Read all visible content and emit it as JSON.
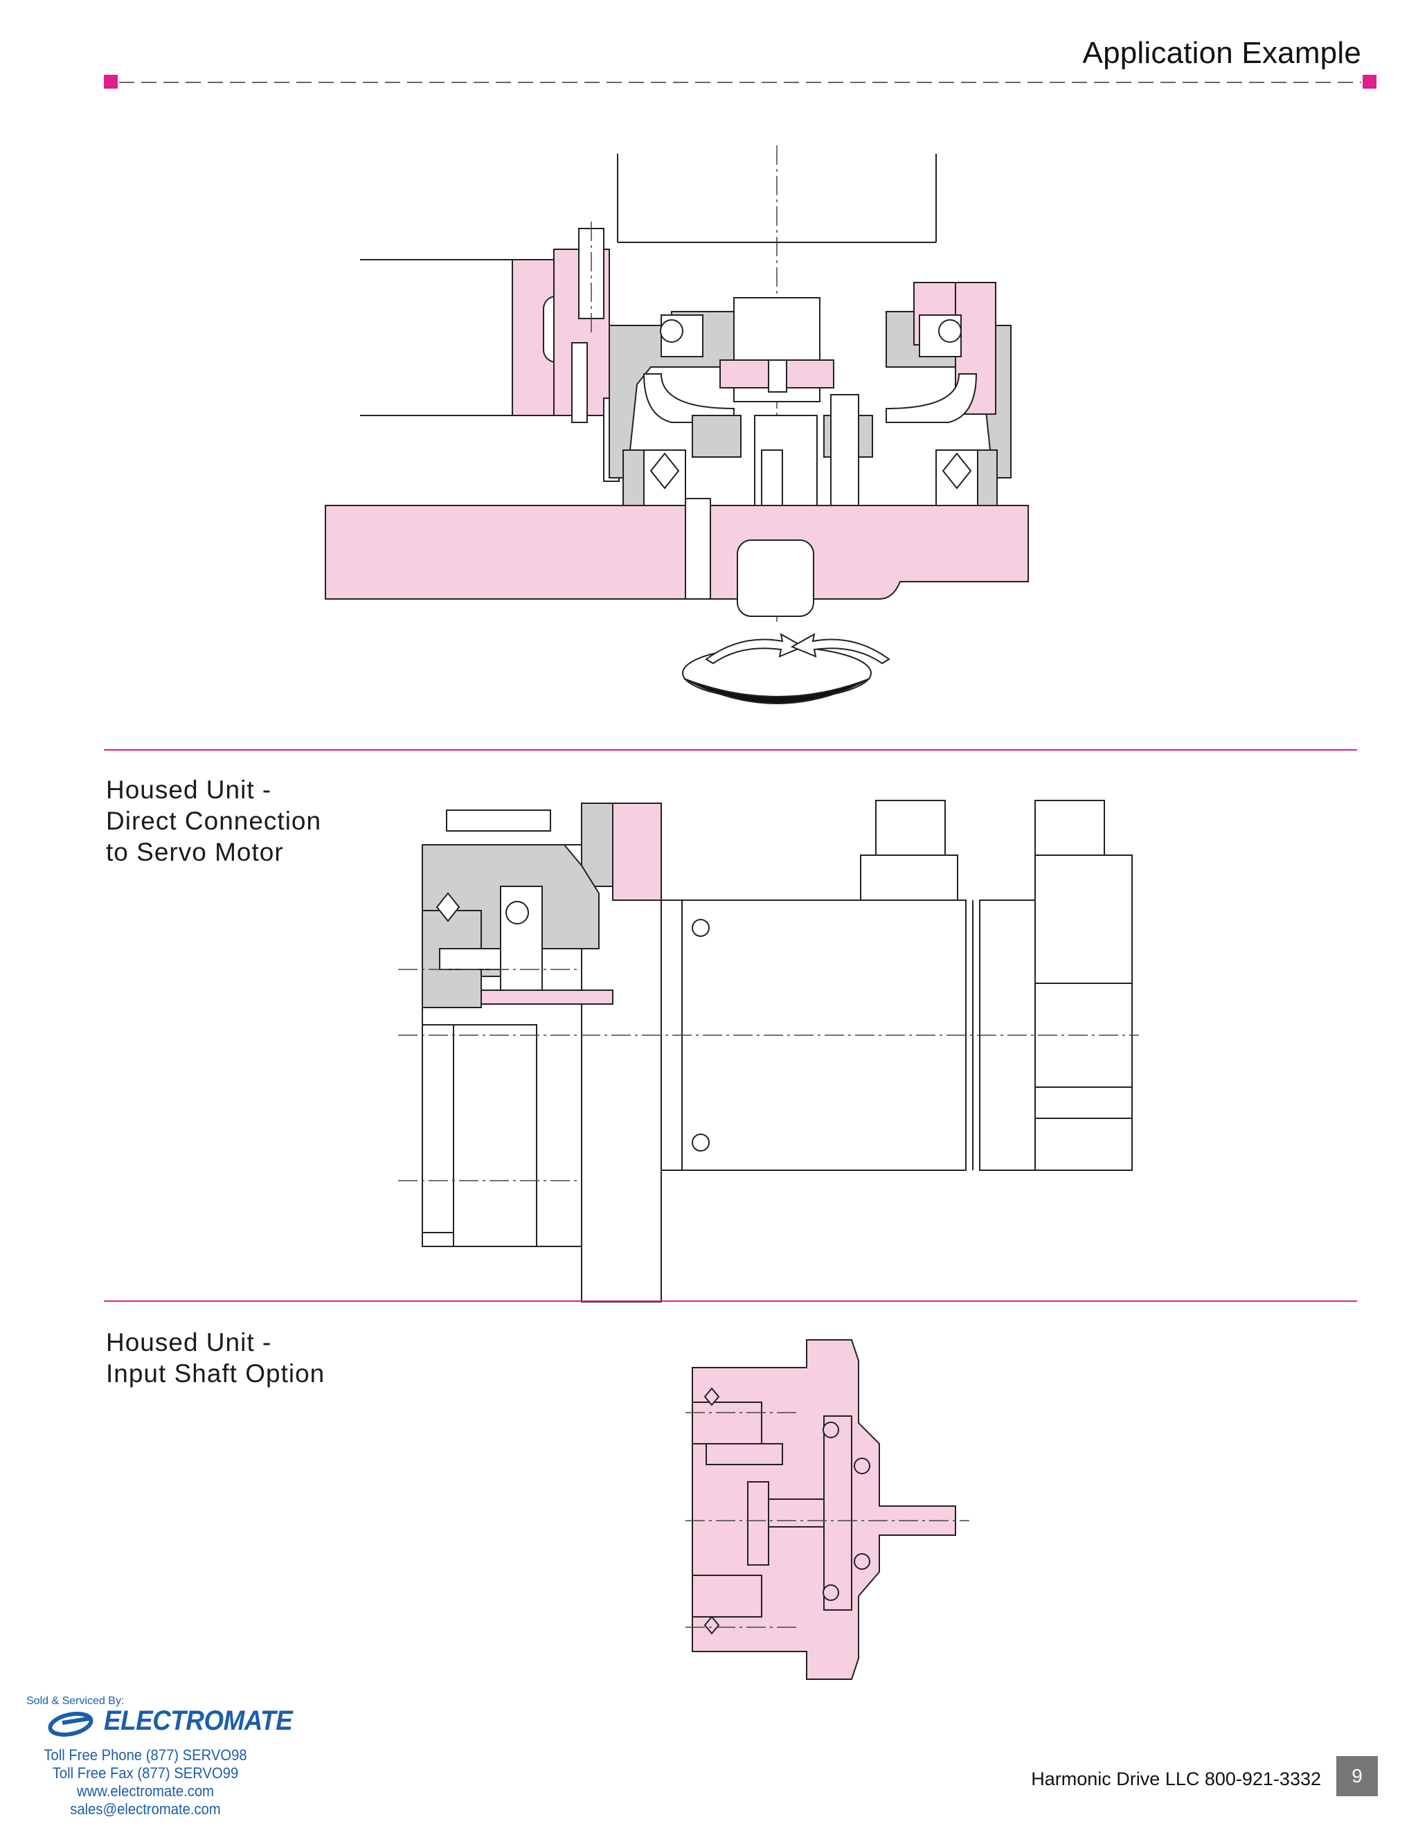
{
  "header": {
    "title": "Application Example",
    "accent_color": "#e01e8c"
  },
  "sections": [
    {
      "label_lines": []
    },
    {
      "label_lines": [
        "Housed Unit -",
        "Direct Connection",
        "to Servo Motor"
      ]
    },
    {
      "label_lines": [
        "Housed Unit -",
        "Input Shaft Option"
      ]
    }
  ],
  "drawing_colors": {
    "highlight": "#f6cfe0",
    "part_gray": "#cfcfcf",
    "line": "#222222"
  },
  "distributor": {
    "sold_by": "Sold & Serviced By:",
    "name": "ELECTROMATE",
    "phone": "Toll Free Phone  (877) SERVO98",
    "fax": "Toll Free Fax  (877) SERVO99",
    "web": "www.electromate.com",
    "email": "sales@electromate.com",
    "brand_color": "#1b5eab"
  },
  "footer": {
    "company_phone": "Harmonic Drive LLC  800-921-3332",
    "page_number": "9"
  }
}
